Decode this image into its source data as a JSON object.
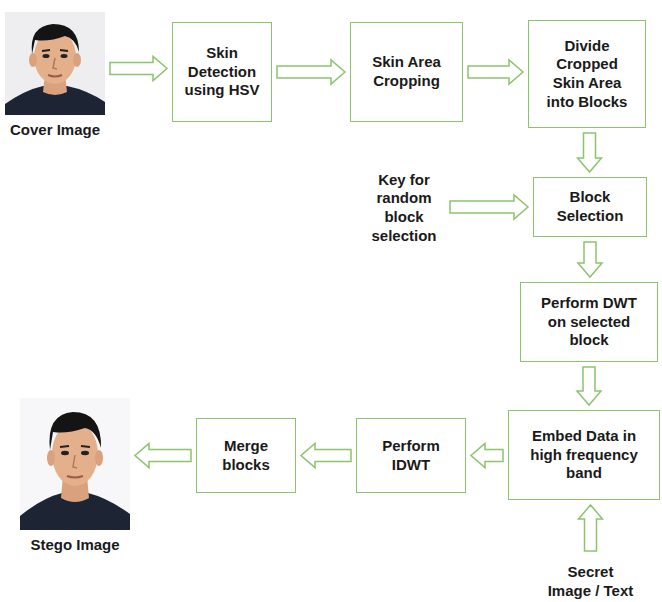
{
  "diagram": {
    "nodes": [
      {
        "text": [
          "Cover Image"
        ]
      },
      {
        "text": [
          "Skin Detection using HSV"
        ]
      },
      {
        "text": [
          "Skin Area Cropping"
        ]
      },
      {
        "text": [
          "Divide Cropped Skin Area into Blocks"
        ]
      },
      {
        "text": [
          "Key for random block selection"
        ]
      },
      {
        "text": [
          "Block Selection"
        ]
      },
      {
        "text": [
          "Perform DWT on selected block"
        ]
      },
      {
        "text": [
          "Embed Data in high frequency band"
        ]
      },
      {
        "text": [
          "Secret Image / Text"
        ]
      },
      {
        "text": [
          "Perform IDWT"
        ]
      },
      {
        "text": [
          "Merge blocks"
        ]
      },
      {
        "text": [
          "Stego Image"
        ]
      }
    ],
    "edges": [
      {
        "from": 0,
        "to": 1,
        "arrow": "to"
      },
      {
        "from": 1,
        "to": 2,
        "arrow": "to"
      },
      {
        "from": 2,
        "to": 3,
        "arrow": "to"
      },
      {
        "from": 3,
        "to": 5,
        "arrow": "to"
      },
      {
        "from": 4,
        "to": 5,
        "arrow": "to"
      },
      {
        "from": 5,
        "to": 6,
        "arrow": "to"
      },
      {
        "from": 6,
        "to": 7,
        "arrow": "to"
      },
      {
        "from": 8,
        "to": 7,
        "arrow": "to"
      },
      {
        "from": 7,
        "to": 9,
        "arrow": "to"
      },
      {
        "from": 9,
        "to": 10,
        "arrow": "to"
      },
      {
        "from": 10,
        "to": 11,
        "arrow": "to"
      }
    ]
  }
}
